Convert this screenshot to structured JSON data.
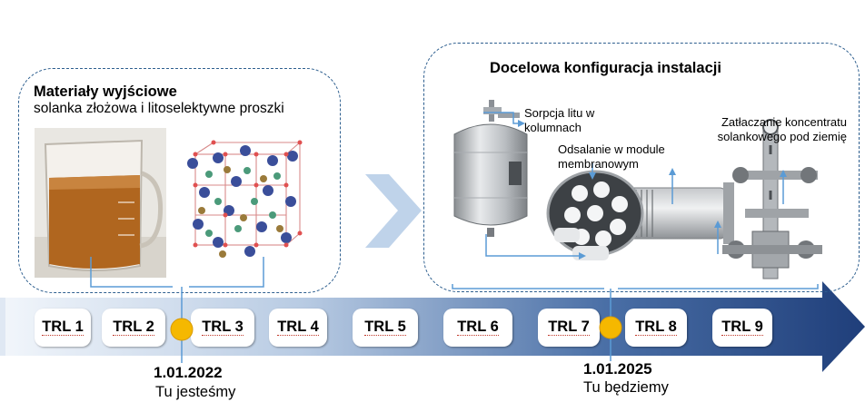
{
  "left_panel": {
    "title": "Materiały wyjściowe",
    "subtitle": "solanka złożowa  i litoselektywne proszki"
  },
  "right_panel": {
    "title": "Docelowa konfiguracja instalacji",
    "labels": {
      "sorption": "Sorpcja litu w kolumnach",
      "desalination": "Odsalanie w module membranowym",
      "injection": "Zatłaczanie  koncentratu solankowego pod ziemię"
    }
  },
  "timeline": {
    "levels": [
      "TRL 1",
      "TRL 2",
      "TRL 3",
      "TRL 4",
      "TRL 5",
      "TRL 6",
      "TRL 7",
      "TRL 8",
      "TRL 9"
    ],
    "milestones": [
      {
        "date": "1.01.2022",
        "note": "Tu jesteśmy"
      },
      {
        "date": "1.01.2025",
        "note": "Tu będziemy"
      }
    ]
  },
  "colors": {
    "panel_border": "#2e5f8f",
    "arrow_dark": "#1f3e7a",
    "arrow_light": "#eef3fa",
    "milestone": "#f5b800",
    "connector": "#5b9bd5"
  }
}
